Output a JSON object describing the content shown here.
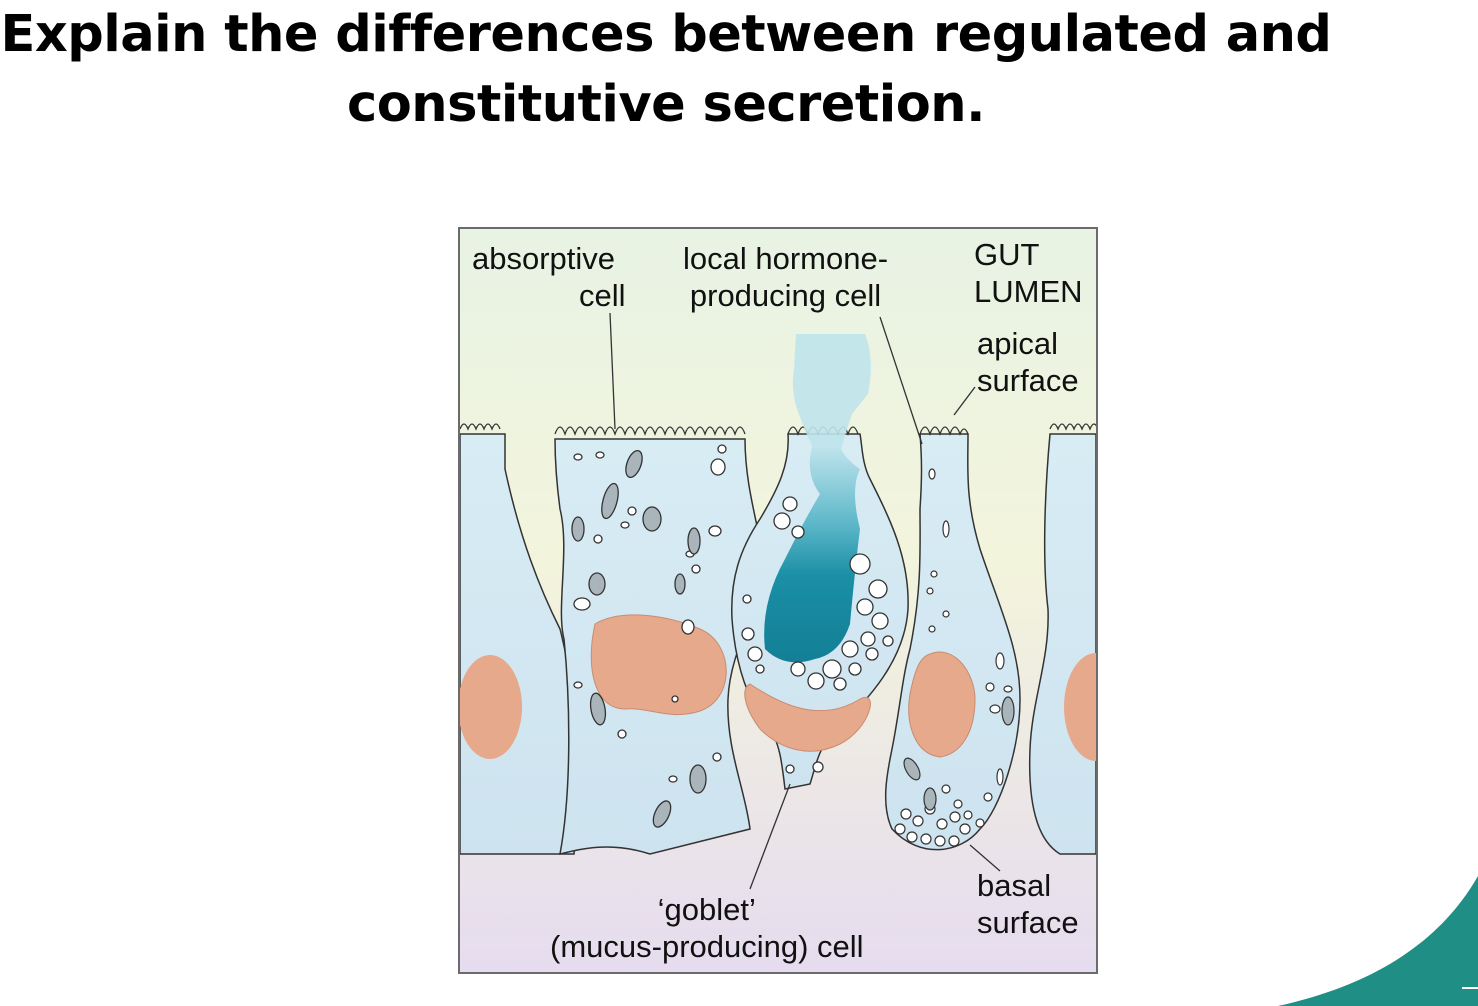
{
  "slide": {
    "title_line1": "Explain the differences between regulated and",
    "title_line2": "constitutive secretion."
  },
  "figure": {
    "labels": {
      "absorptive_1": "absorptive",
      "absorptive_2": "cell",
      "hormone_1": "local hormone-",
      "hormone_2": "producing cell",
      "lumen_1": "GUT",
      "lumen_2": "LUMEN",
      "apical_1": "apical",
      "apical_2": "surface",
      "basal_1": "basal",
      "basal_2": "surface",
      "goblet_1": "‘goblet’",
      "goblet_2": "(mucus-producing) cell"
    }
  },
  "colors": {
    "cell_fill": "#d4e9f2",
    "nucleus": "#e6a98c",
    "mucus": "#1a8fa5",
    "accent": "#1f8f86"
  }
}
